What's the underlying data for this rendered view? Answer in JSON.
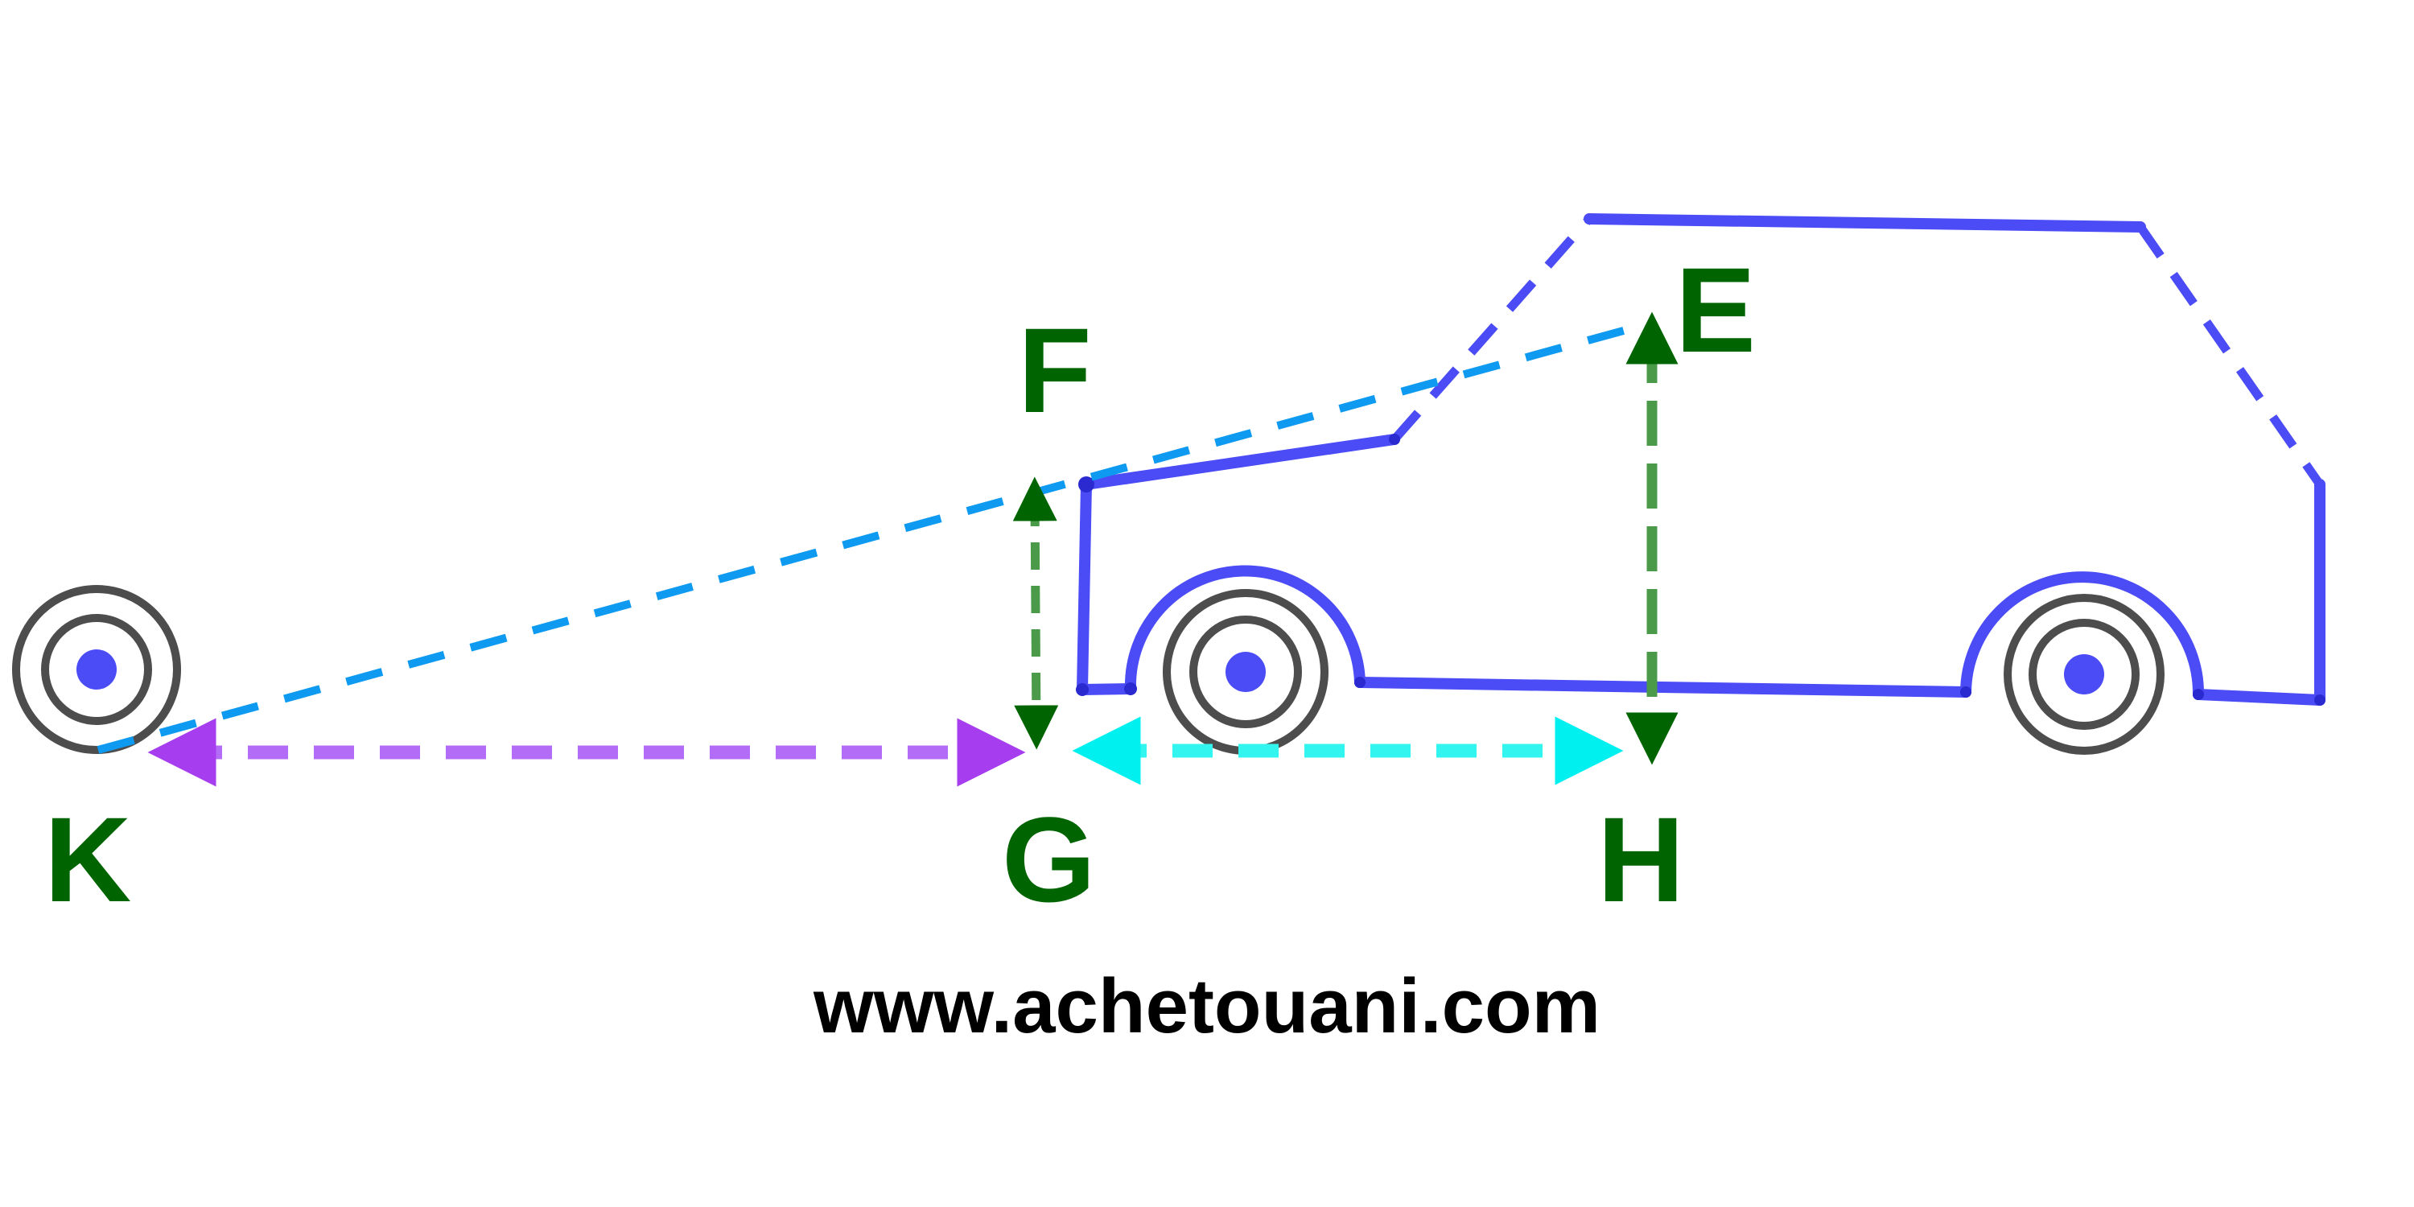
{
  "diagram": {
    "points": {
      "E": "E",
      "F": "F",
      "G": "G",
      "H": "H",
      "K": "K"
    },
    "website": "www.achetouani.com"
  },
  "colors": {
    "car_outline": "#4b4cf5",
    "light_sight_line": "#0e9af0",
    "height_arrow": "#4a9a4a",
    "distance_kg_arrow": "#b36cf5",
    "distance_gh_arrow": "#33f5f0",
    "wheel_ring": "#4d4d4d",
    "wheel_hub": "#4b4cf5",
    "point_label": "#006400",
    "website_text": "#000000"
  }
}
